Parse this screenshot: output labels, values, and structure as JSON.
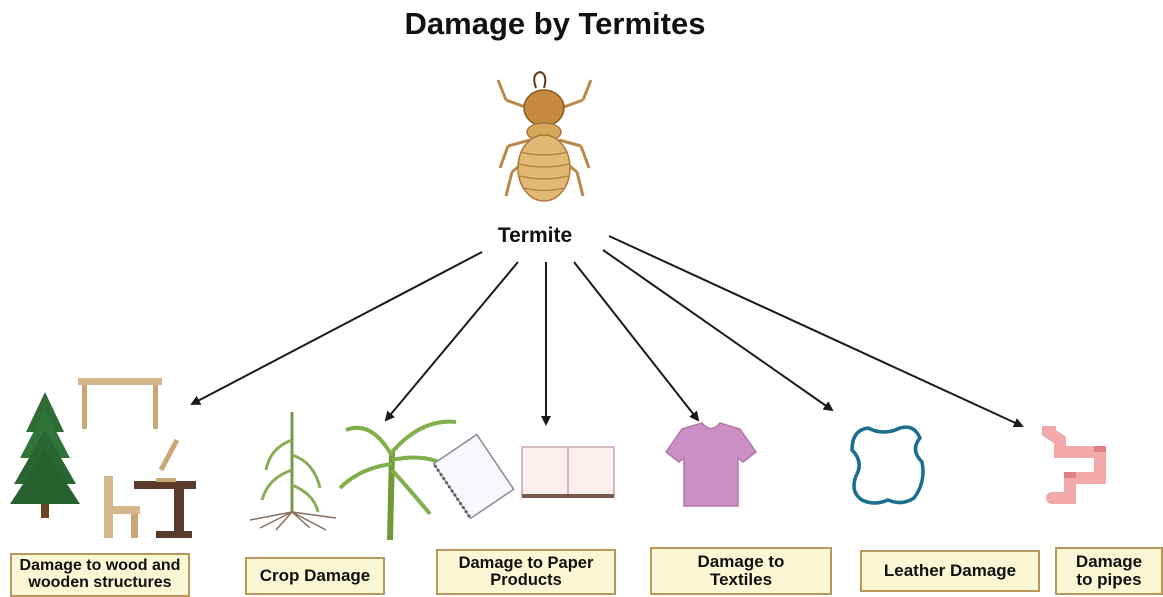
{
  "title": "Damage by Termites",
  "center": {
    "label": "Termite",
    "icon": "termite-icon"
  },
  "targets": [
    {
      "label": "Damage to wood and wooden structures",
      "icon": "wood-furniture-tree-icon"
    },
    {
      "label": "Crop Damage",
      "icon": "crop-plants-icon"
    },
    {
      "label": "Damage to Paper Products",
      "icon": "paper-books-icon"
    },
    {
      "label": "Damage to Textiles",
      "icon": "tshirt-icon"
    },
    {
      "label": "Leather Damage",
      "icon": "leather-hide-icon"
    },
    {
      "label": "Damage to pipes",
      "icon": "pipes-icon"
    }
  ],
  "colors": {
    "label_fill": "#fbf6d3",
    "label_border": "#b9975b",
    "arrow": "#1a1a1a",
    "termite": "#d8a85a"
  }
}
